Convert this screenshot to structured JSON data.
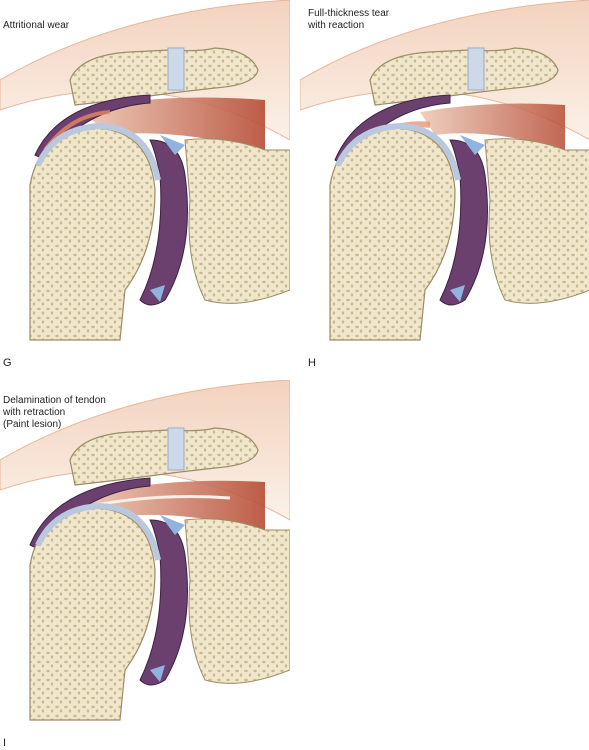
{
  "panels": [
    {
      "id": "G",
      "caption": "Attritional wear",
      "letter": "G",
      "variant": "wear"
    },
    {
      "id": "H",
      "caption": "Full-thickness tear\nwith reaction",
      "letter": "H",
      "variant": "tear"
    },
    {
      "id": "I",
      "caption": "Delamination of tendon\nwith retraction\n(Paint lesion)",
      "letter": "I",
      "variant": "delam"
    }
  ],
  "colors": {
    "skin": "#f6e3d2",
    "skinEdge": "#e8b59a",
    "bone": "#efe6cc",
    "boneDark": "#c8b98e",
    "bursa": "#6b3f6e",
    "cartilage": "#b9c8df",
    "tendon": "#c9664a",
    "inflammation": "#e7895f"
  }
}
